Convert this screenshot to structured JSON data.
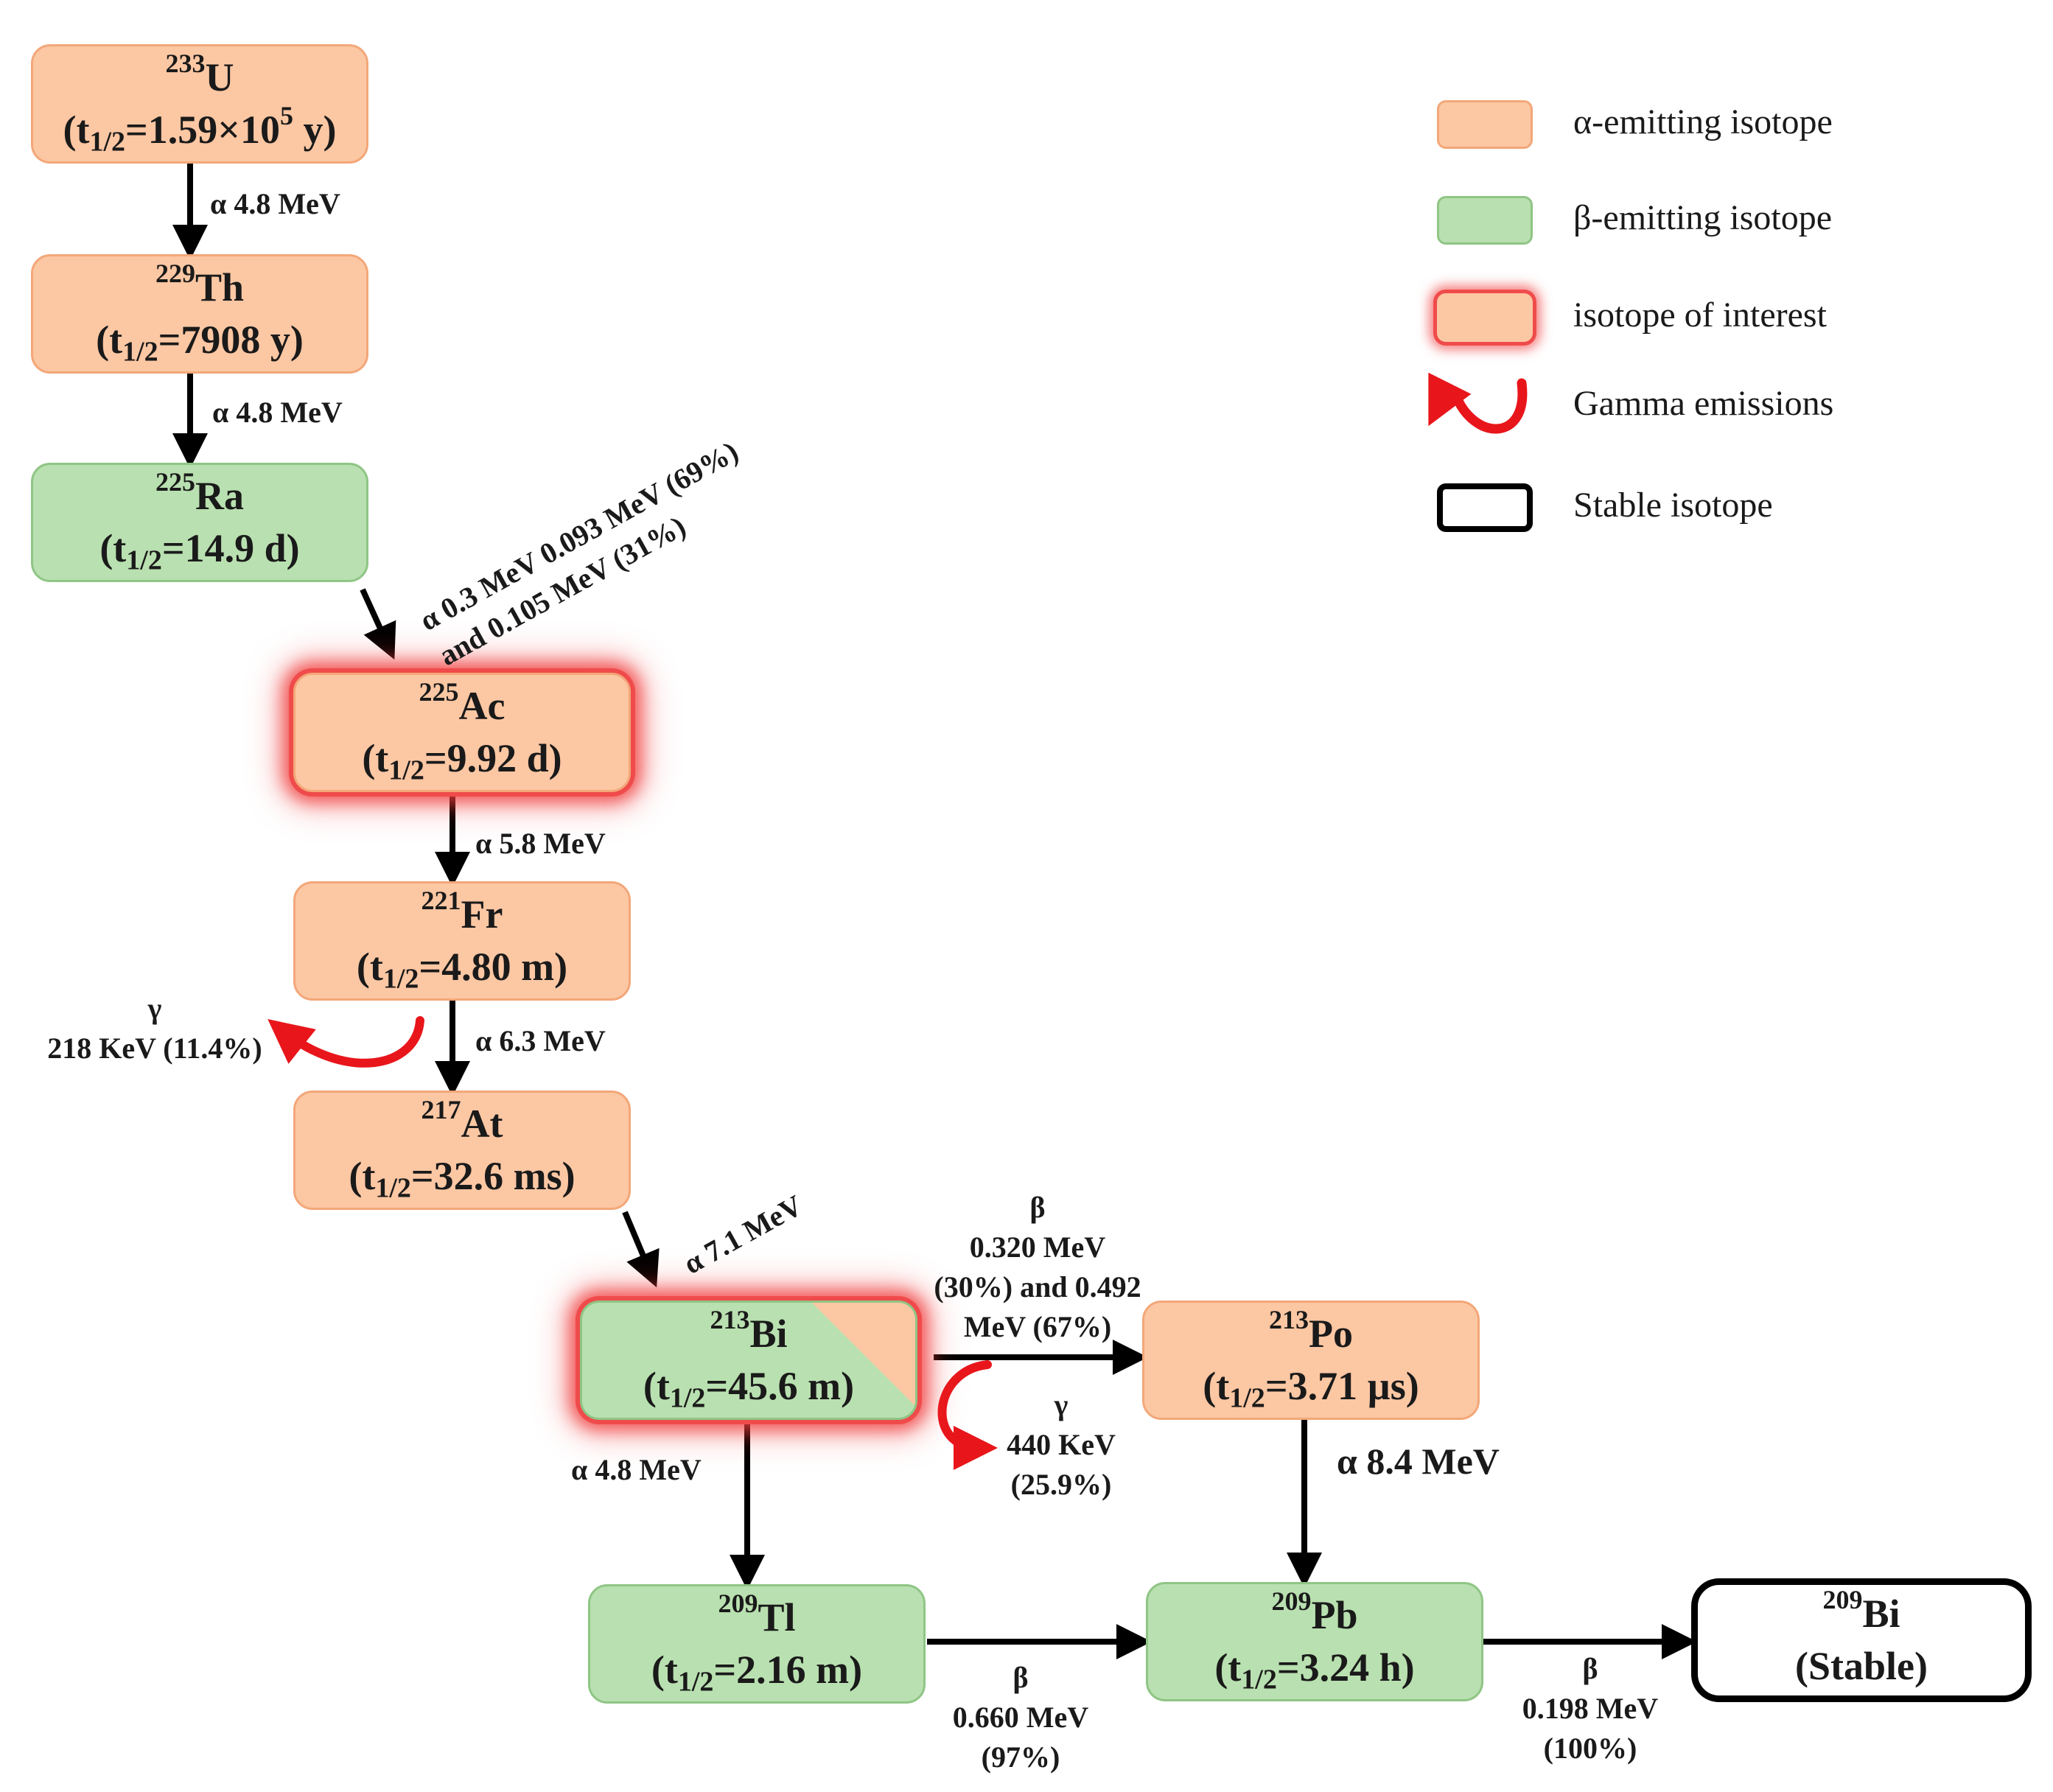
{
  "colors": {
    "alpha_fill": "#fcc7a3",
    "beta_fill": "#b9e0b0",
    "interest_glow": "#f04b4b",
    "stable_border": "#000000",
    "gamma_arrow": "#e8161b"
  },
  "isotopes": [
    {
      "mass": "233",
      "symbol": "U",
      "hl_pre": "=1.59×10",
      "hl_exp": "5",
      "hl_post": " y)",
      "type": "alpha"
    },
    {
      "mass": "229",
      "symbol": "Th",
      "hl_pre": "=7908 y)",
      "hl_exp": "",
      "hl_post": "",
      "type": "alpha"
    },
    {
      "mass": "225",
      "symbol": "Ra",
      "hl_pre": "=14.9 d)",
      "hl_exp": "",
      "hl_post": "",
      "type": "beta"
    },
    {
      "mass": "225",
      "symbol": "Ac",
      "hl_pre": "=9.92 d)",
      "hl_exp": "",
      "hl_post": "",
      "type": "alpha",
      "interest": true
    },
    {
      "mass": "221",
      "symbol": "Fr",
      "hl_pre": "=4.80 m)",
      "hl_exp": "",
      "hl_post": "",
      "type": "alpha"
    },
    {
      "mass": "217",
      "symbol": "At",
      "hl_pre": "=32.6 ms)",
      "hl_exp": "",
      "hl_post": "",
      "type": "alpha"
    },
    {
      "mass": "213",
      "symbol": "Bi",
      "hl_pre": "=45.6 m)",
      "hl_exp": "",
      "hl_post": "",
      "type": "beta",
      "interest": true
    },
    {
      "mass": "213",
      "symbol": "Po",
      "hl_pre": "=3.71 µs)",
      "hl_exp": "",
      "hl_post": "",
      "type": "alpha"
    },
    {
      "mass": "209",
      "symbol": "Tl",
      "hl_pre": "=2.16 m)",
      "hl_exp": "",
      "hl_post": "",
      "type": "beta"
    },
    {
      "mass": "209",
      "symbol": "Pb",
      "hl_pre": "=3.24 h)",
      "hl_exp": "",
      "hl_post": "",
      "type": "beta"
    },
    {
      "mass": "209",
      "symbol": "Bi",
      "stable_text": "(Stable)",
      "type": "stable"
    }
  ],
  "halflife_prefix": "(t",
  "halflife_sub": "1/2",
  "decays": [
    {
      "from": "233U",
      "to": "229Th",
      "lines": [
        "α 4.8 MeV"
      ]
    },
    {
      "from": "229Th",
      "to": "225Ra",
      "lines": [
        "α 4.8 MeV"
      ]
    },
    {
      "from": "225Ra",
      "to": "225Ac",
      "lines": [
        "α 0.3 MeV 0.093 MeV (69%)",
        "and 0.105 MeV (31%)"
      ]
    },
    {
      "from": "225Ac",
      "to": "221Fr",
      "lines": [
        "α 5.8 MeV"
      ]
    },
    {
      "from": "221Fr",
      "to": "217At",
      "lines": [
        "α 6.3 MeV"
      ]
    },
    {
      "from": "217At",
      "to": "213Bi",
      "lines": [
        "α 7.1 MeV"
      ]
    },
    {
      "from": "213Bi",
      "to": "213Po",
      "lines": [
        "β",
        "0.320 MeV",
        "(30%) and  0.492",
        "MeV (67%)"
      ]
    },
    {
      "from": "213Bi",
      "to": "209Tl",
      "lines": [
        "α 4.8 MeV"
      ]
    },
    {
      "from": "213Po",
      "to": "209Pb",
      "lines": [
        "α 8.4 MeV"
      ]
    },
    {
      "from": "209Tl",
      "to": "209Pb",
      "lines": [
        "β",
        "0.660 MeV",
        "(97%)"
      ]
    },
    {
      "from": "209Pb",
      "to": "209Bi",
      "lines": [
        "β",
        "0.198 MeV",
        "(100%)"
      ]
    }
  ],
  "gammas": [
    {
      "at": "221Fr",
      "lines": [
        "γ",
        "218 KeV (11.4%)"
      ]
    },
    {
      "at": "213Bi",
      "lines": [
        "γ",
        "440 KeV",
        "(25.9%)"
      ]
    }
  ],
  "legend": [
    {
      "kind": "alpha",
      "label": "α-emitting isotope"
    },
    {
      "kind": "beta",
      "label": "β-emitting isotope"
    },
    {
      "kind": "interest",
      "label": "isotope of interest"
    },
    {
      "kind": "gamma",
      "label": "Gamma emissions"
    },
    {
      "kind": "stable",
      "label": "Stable isotope"
    }
  ]
}
